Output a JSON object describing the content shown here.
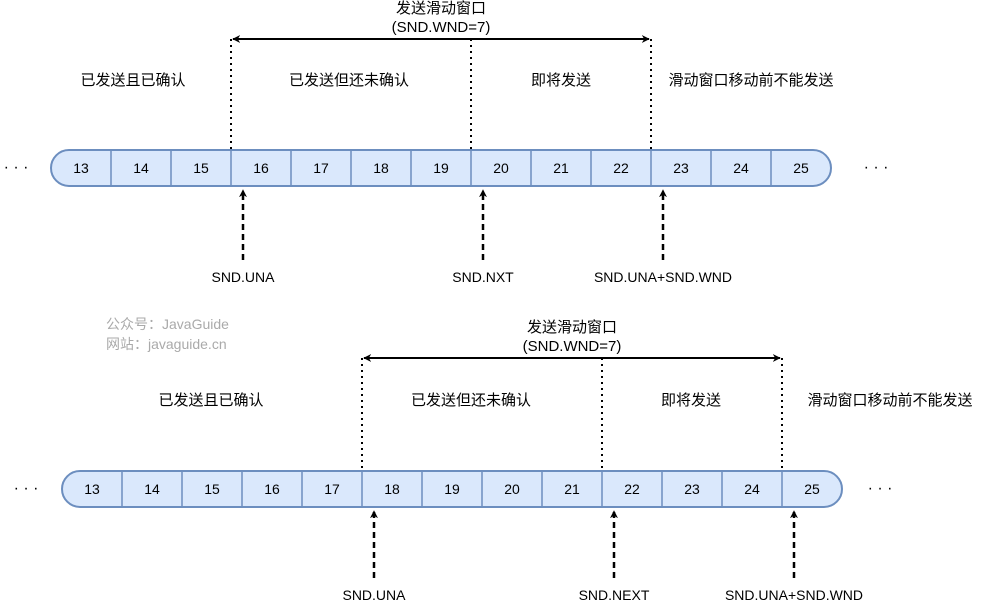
{
  "colors": {
    "cell_fill": "#dae8fc",
    "cell_stroke": "#6c8ebf",
    "line": "#000000",
    "watermark": "#aaaaaa"
  },
  "ellipsis": "· · ·",
  "watermark": {
    "line1": "公众号：JavaGuide",
    "line2": "网站：javaguide.cn"
  },
  "diagrams": [
    {
      "window_title": "发送滑动窗口",
      "window_size": "(SND.WND=7)",
      "regions": [
        "已发送且已确认",
        "已发送但还未确认",
        "即将发送",
        "滑动窗口移动前不能发送"
      ],
      "cells": [
        "13",
        "14",
        "15",
        "16",
        "17",
        "18",
        "19",
        "20",
        "21",
        "22",
        "23",
        "24",
        "25"
      ],
      "pointers": [
        {
          "label": "SND.UNA",
          "cell": 3
        },
        {
          "label": "SND.NXT",
          "cell": 7
        },
        {
          "label": "SND.UNA+SND.WND",
          "cell": 10
        }
      ]
    },
    {
      "window_title": "发送滑动窗口",
      "window_size": "(SND.WND=7)",
      "regions": [
        "已发送且已确认",
        "已发送但还未确认",
        "即将发送",
        "滑动窗口移动前不能发送"
      ],
      "cells": [
        "13",
        "14",
        "15",
        "16",
        "17",
        "18",
        "19",
        "20",
        "21",
        "22",
        "23",
        "24",
        "25"
      ],
      "pointers": [
        {
          "label": "SND.UNA",
          "cell": 5
        },
        {
          "label": "SND.NEXT",
          "cell": 9
        },
        {
          "label": "SND.UNA+SND.WND",
          "cell": 12
        }
      ]
    }
  ]
}
